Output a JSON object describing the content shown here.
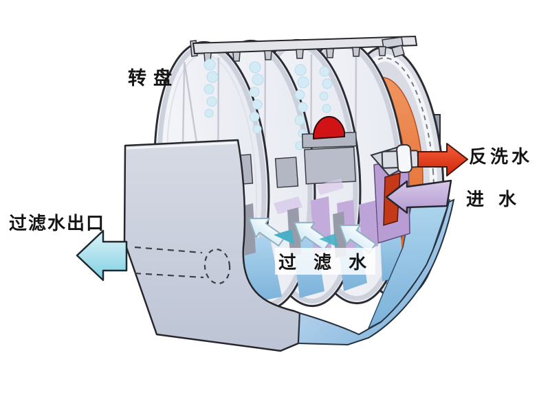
{
  "diagram": {
    "subject": "rotary-disc-filter-cutaway",
    "labels": {
      "rotary_disc": "转盘",
      "backwash_water": "反洗水",
      "inlet_water": "进 水",
      "filtered_water": "过 滤 水",
      "filtered_water_outlet": "过滤水出口"
    },
    "flows": [
      {
        "name": "backwash-water",
        "direction": "right",
        "color": "#e23c1a"
      },
      {
        "name": "inlet-water",
        "direction": "left",
        "color": "#c7b0dc"
      },
      {
        "name": "filtered-water",
        "direction": "down-left",
        "color": "#eaf5fb"
      },
      {
        "name": "filtered-water-outlet",
        "direction": "left",
        "color": "#8fd6e8"
      }
    ],
    "colors": {
      "machine_body": "#d8dbe4",
      "disc_face": "#f2f3f7",
      "water": "#86bade",
      "backwash_trough": "#e8834e",
      "backwash_dome": "#cf1316",
      "inlet_channel": "#b79dd4",
      "tank_wall": "#c9cfdd"
    }
  }
}
